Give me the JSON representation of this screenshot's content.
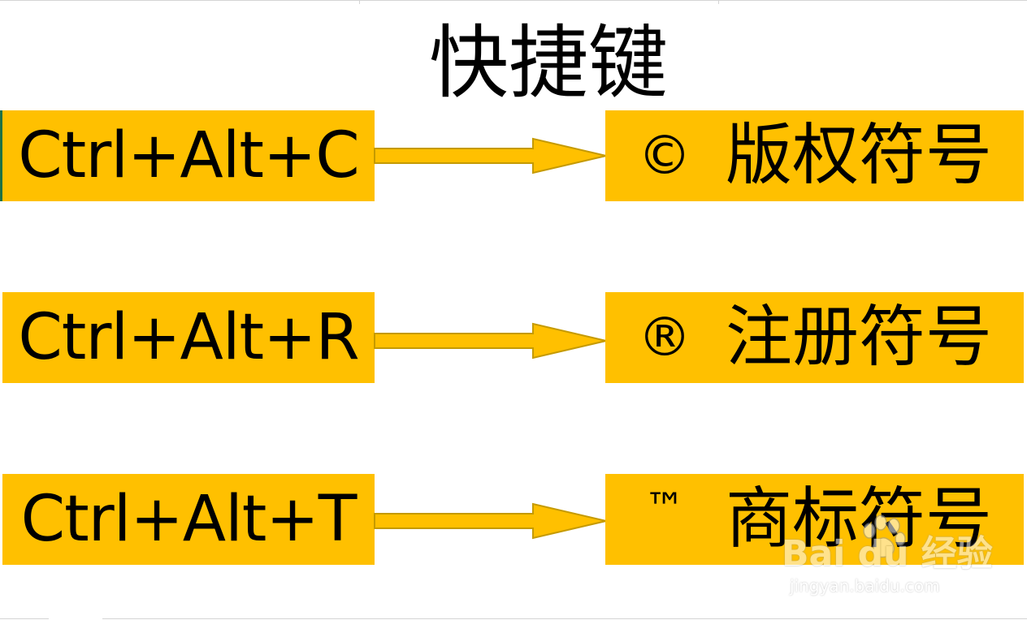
{
  "title": "快捷键",
  "rows": [
    {
      "shortcut": "Ctrl+Alt+C",
      "symbol": "©",
      "label": "版权符号"
    },
    {
      "shortcut": "Ctrl+Alt+R",
      "symbol": "®",
      "label": "注册符号"
    },
    {
      "shortcut": "Ctrl+Alt+T",
      "symbol": "™",
      "label": "商标符号"
    }
  ],
  "colors": {
    "box_fill": "#ffc000",
    "arrow_stroke": "#c59a00",
    "text": "#000000"
  },
  "icons": {
    "arrow": "right-arrow-icon",
    "watermark_paw": "paw-icon"
  },
  "watermark": {
    "brand": "Bai du 经验",
    "url": "jingyan.baidu.com"
  }
}
